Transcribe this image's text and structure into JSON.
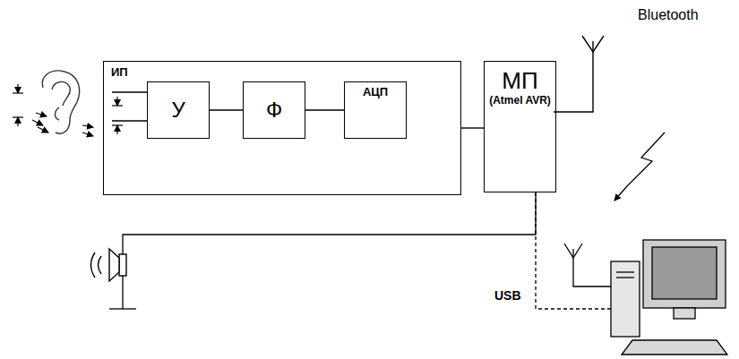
{
  "diagram": {
    "nodes": [
      {
        "text": [
          "ИП"
        ]
      },
      {
        "text": [
          "У"
        ],
        "in": 0
      },
      {
        "text": [
          "Ф"
        ],
        "in": 0
      },
      {
        "text": [
          "АЦП"
        ],
        "in": 0
      },
      {
        "text": [
          "МП",
          "(Atmel AVR)"
        ]
      }
    ],
    "edges": [
      {
        "from": 1,
        "to": 2,
        "arrow": "none"
      },
      {
        "from": 2,
        "to": 3,
        "arrow": "none"
      },
      {
        "from": 0,
        "to": 4,
        "arrow": "none"
      }
    ],
    "labels": [
      "Bluetooth",
      "USB"
    ]
  }
}
